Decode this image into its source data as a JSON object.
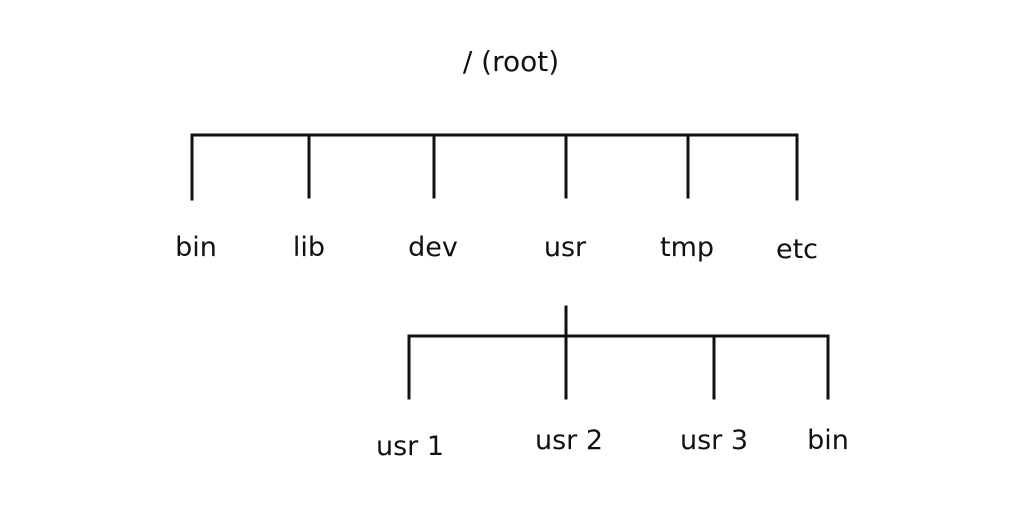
{
  "tree": {
    "root": "/ (root)",
    "children": [
      {
        "label": "bin"
      },
      {
        "label": "lib"
      },
      {
        "label": "dev"
      },
      {
        "label": "usr",
        "children": [
          {
            "label": "usr 1"
          },
          {
            "label": "usr 2"
          },
          {
            "label": "usr 3"
          },
          {
            "label": "bin"
          }
        ]
      },
      {
        "label": "tmp"
      },
      {
        "label": "etc"
      }
    ]
  },
  "colors": {
    "line": "#111111",
    "text": "#111111",
    "background": "#ffffff"
  }
}
